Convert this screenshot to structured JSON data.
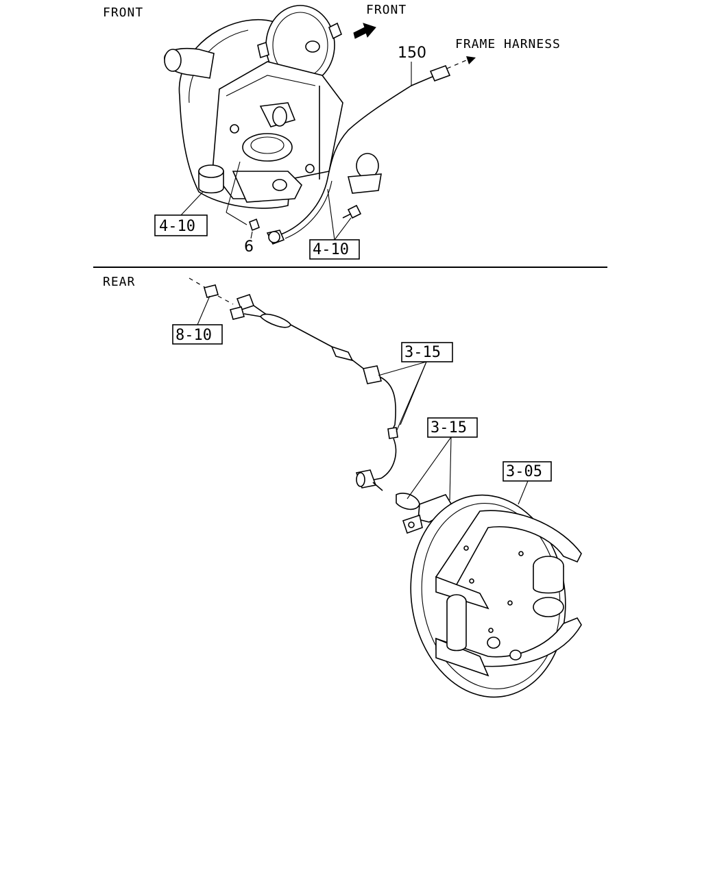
{
  "front_section": {
    "title": "FRONT",
    "direction_label": "FRONT",
    "harness_label": "FRAME HARNESS",
    "part_number_sensor": "150",
    "part_number_bolt": "6",
    "ref_knuckle": "4-10",
    "ref_bracket": "4-10"
  },
  "rear_section": {
    "title": "REAR",
    "ref_connector": "8-10",
    "ref_clip": "3-15",
    "ref_sensor": "3-15",
    "ref_brake": "3-05"
  }
}
